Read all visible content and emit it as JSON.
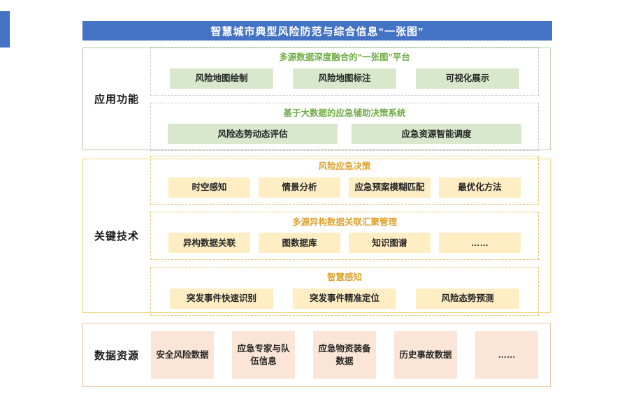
{
  "title": "智慧城市典型风险防范与综合信息“一张图”",
  "colors": {
    "blue": "#4472c4",
    "green_text": "#70ad47",
    "green_fill": "#d9e8cd",
    "green_border": "#b5cbac",
    "yellow_text": "#dfa32f",
    "yellow_fill": "#ffeec3",
    "yellow_dash": "#e5c86e",
    "yellow_border": "#eed27b",
    "peach_fill": "#fbe5d6",
    "peach_border": "#eac39e"
  },
  "sections": [
    {
      "name": "application-functions",
      "label": "应用功能",
      "theme": "green",
      "groups": [
        {
          "title": "多源数据深度融合的“一张图”平台",
          "items": [
            "风险地图绘制",
            "风险地图标注",
            "可视化展示"
          ]
        },
        {
          "title": "基于大数据的应急辅助决策系统",
          "items": [
            "风险态势动态评估",
            "应急资源智能调度"
          ]
        }
      ]
    },
    {
      "name": "key-technologies",
      "label": "关键技术",
      "theme": "yellow",
      "groups": [
        {
          "title": "风险应急决策",
          "items": [
            "时空感知",
            "情景分析",
            "应急预案模糊匹配",
            "最优化方法"
          ]
        },
        {
          "title": "多源异构数据关联汇聚管理",
          "items": [
            "异构数据关联",
            "图数据库",
            "知识图谱",
            "……"
          ]
        },
        {
          "title": "智慧感知",
          "items": [
            "突发事件快速识别",
            "突发事件精准定位",
            "风险态势预测"
          ]
        }
      ]
    },
    {
      "name": "data-resources",
      "label": "数据资源",
      "theme": "peach",
      "items": [
        "安全风险数据",
        "应急专家与队伍信息",
        "应急物资装备数据",
        "历史事故数据",
        "……"
      ]
    }
  ]
}
